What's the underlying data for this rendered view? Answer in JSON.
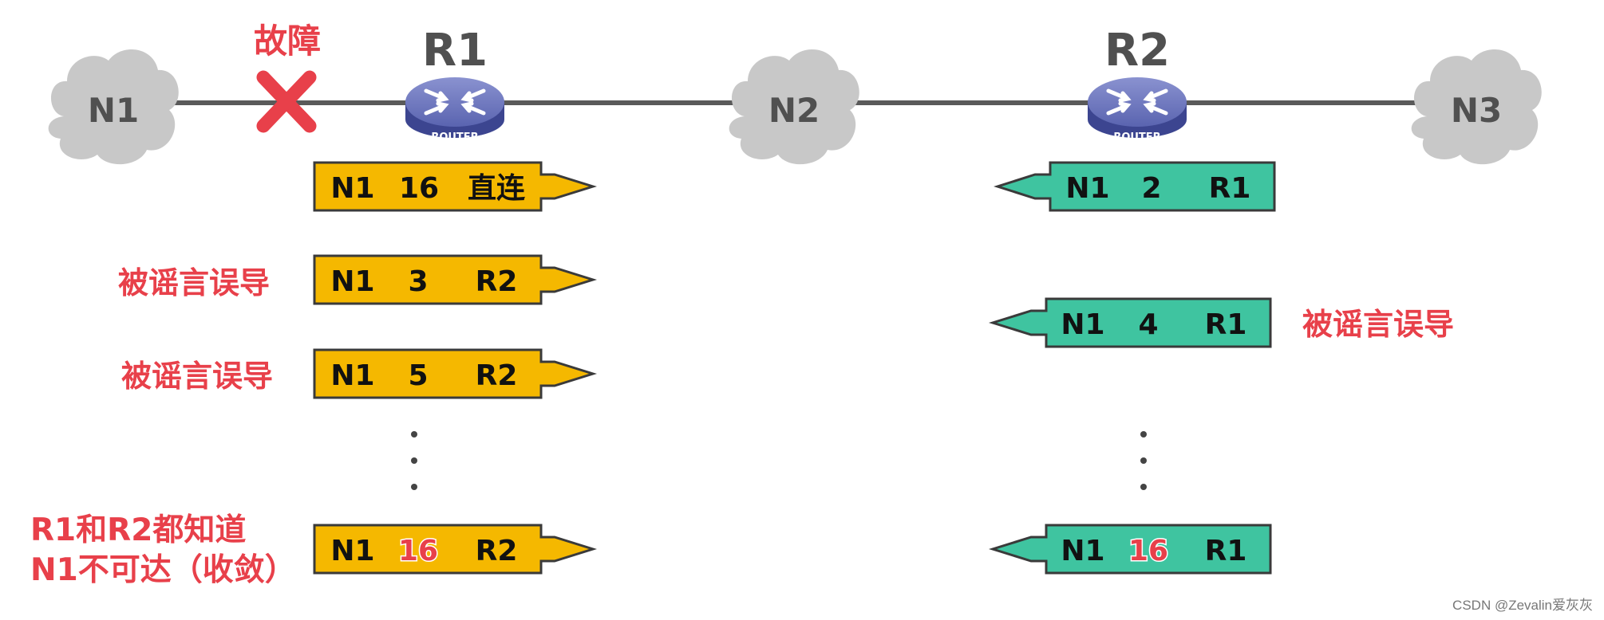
{
  "clouds": {
    "n1": "N1",
    "n2": "N2",
    "n3": "N3"
  },
  "routers": {
    "r1": "R1",
    "r2": "R2",
    "device_text": "ROUTER"
  },
  "fault_label": "故障",
  "icons": {
    "fault": "x-mark-icon",
    "router": "router-icon",
    "cloud": "cloud-icon"
  },
  "colors": {
    "r1_entry": "#f5b800",
    "r2_entry": "#3fc4a0",
    "fault": "#e8404a",
    "router": "#5a64b0",
    "link": "#5a5a5a"
  },
  "r1_entries": [
    {
      "network": "N1",
      "distance": "16",
      "next_hop": "直连"
    },
    {
      "network": "N1",
      "distance": "3",
      "next_hop": "R2"
    },
    {
      "network": "N1",
      "distance": "5",
      "next_hop": "R2"
    },
    {
      "network": "N1",
      "distance": "16",
      "next_hop": "R2"
    }
  ],
  "r2_entries": [
    {
      "network": "N1",
      "distance": "2",
      "next_hop": "R1"
    },
    {
      "network": "N1",
      "distance": "4",
      "next_hop": "R1"
    },
    {
      "network": "N1",
      "distance": "16",
      "next_hop": "R1"
    }
  ],
  "notes": {
    "misled_r1_a": "被谣言误导",
    "misled_r1_b": "被谣言误导",
    "misled_r2": "被谣言误导",
    "converged_line1": "R1和R2都知道",
    "converged_line2": "N1不可达（收敛）"
  },
  "watermark": "CSDN @Zevalin爱灰灰"
}
